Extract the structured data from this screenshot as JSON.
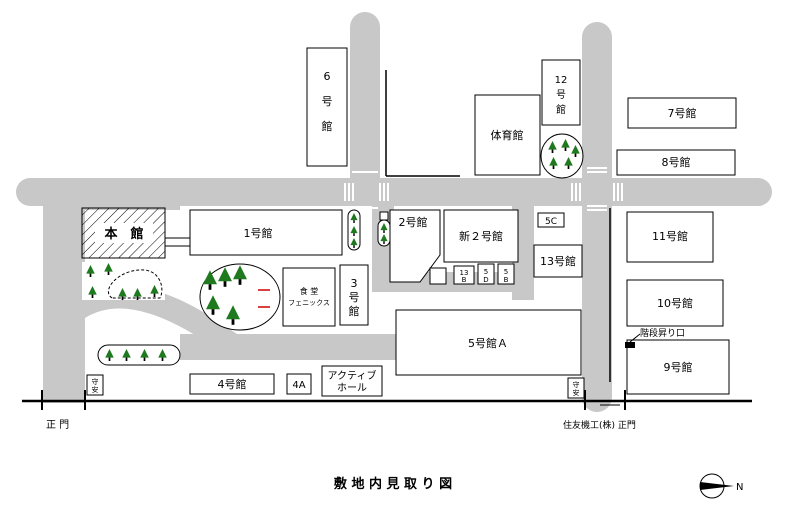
{
  "title": "敷 地 内 見 取 り 図",
  "buildings": {
    "honkan": "本　館",
    "b1": "1号館",
    "b2": "2号館",
    "shin2": "新２号館",
    "b3_lines": [
      "3",
      "号",
      "館"
    ],
    "b4": "4号館",
    "b4a": "4A",
    "b5a": "5号館Ａ",
    "b5c": "5C",
    "b6_lines": [
      "6",
      "号",
      "館"
    ],
    "b7": "7号館",
    "b8": "8号館",
    "b9": "9号館",
    "b10": "10号館",
    "b11": "11号館",
    "b12_lines": [
      "12",
      "号",
      "館"
    ],
    "b13": "13号館",
    "b13b_lines": [
      "13",
      "B"
    ],
    "b5d_lines": [
      "5",
      "D"
    ],
    "b5b_lines": [
      "5",
      "B"
    ],
    "gym": "体育館",
    "cafeteria_lines": [
      "食 堂",
      "フェニックス"
    ],
    "active_hall_lines": [
      "アクティブ",
      "ホール"
    ],
    "guard_left_lines": [
      "守",
      "安"
    ],
    "guard_right_lines": [
      "守",
      "安"
    ]
  },
  "gates": {
    "main_gate": "正 門",
    "sumitomo_gate": "住友機工(株) 正門",
    "stairs": "階段昇り口"
  },
  "compass": {
    "north_letter": "N",
    "icon": "compass-north-arrow"
  },
  "colors": {
    "road": "#c8c8c8",
    "outline": "#000000",
    "tree": "#1f7a1f"
  }
}
